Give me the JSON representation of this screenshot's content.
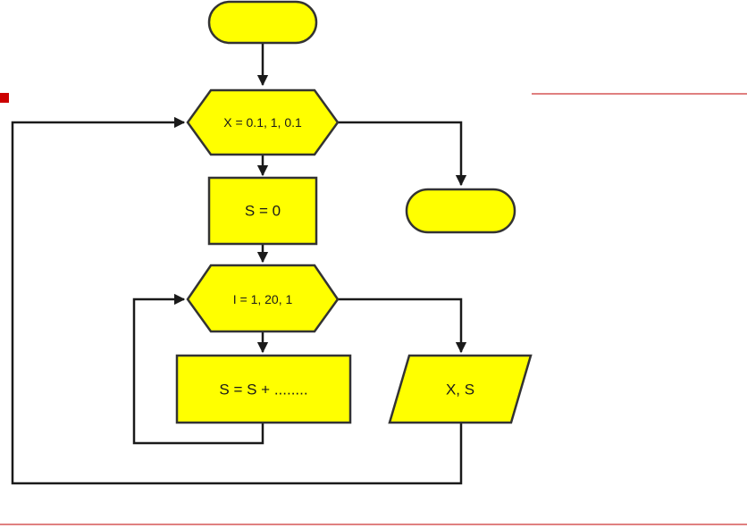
{
  "diagram": {
    "type": "flowchart",
    "nodes": {
      "start": {
        "shape": "terminator",
        "label": ""
      },
      "outer_loop": {
        "shape": "loop-hexagon",
        "label": "X = 0.1, 1, 0.1"
      },
      "init_sum": {
        "shape": "process",
        "label": "S = 0"
      },
      "inner_loop": {
        "shape": "loop-hexagon",
        "label": "I = 1, 20, 1"
      },
      "accumulate": {
        "shape": "process",
        "label": "S = S + ........"
      },
      "output": {
        "shape": "data-parallelogram",
        "label": "X, S"
      },
      "end": {
        "shape": "terminator",
        "label": ""
      }
    },
    "edges": [
      {
        "from": "start",
        "to": "outer_loop"
      },
      {
        "from": "outer_loop",
        "to": "init_sum"
      },
      {
        "from": "outer_loop",
        "to": "end"
      },
      {
        "from": "init_sum",
        "to": "inner_loop"
      },
      {
        "from": "inner_loop",
        "to": "accumulate"
      },
      {
        "from": "accumulate",
        "to": "inner_loop"
      },
      {
        "from": "inner_loop",
        "to": "output"
      },
      {
        "from": "output",
        "to": "outer_loop"
      }
    ]
  },
  "colors": {
    "shape_fill": "#ffff00",
    "shape_stroke": "#333333",
    "connector": "#1a1a1a",
    "accent": "#c00000"
  }
}
